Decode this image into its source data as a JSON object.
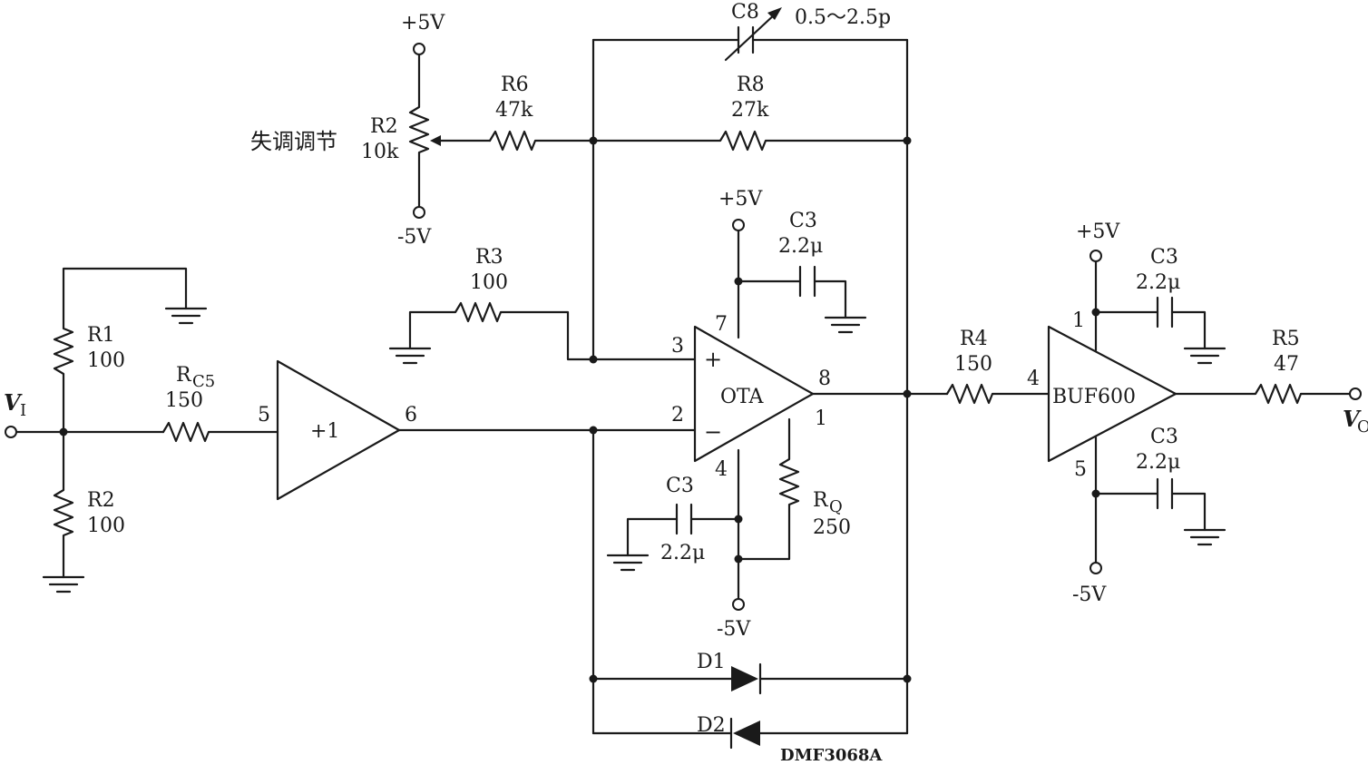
{
  "components": {
    "vi": "V",
    "vi_sub": "I",
    "vo": "V",
    "vo_sub": "O",
    "r1": {
      "name": "R1",
      "value": "100"
    },
    "r2a": {
      "name": "R2",
      "value": "100"
    },
    "rc5": {
      "name": "R",
      "sub": "C5",
      "value": "150"
    },
    "buf": {
      "label": "+1",
      "pin_in": "5",
      "pin_out": "6"
    },
    "pot": {
      "name": "R2",
      "value": "10k",
      "caption": "失调调节",
      "vplus": "+5V",
      "vminus": "-5V"
    },
    "r6": {
      "name": "R6",
      "value": "47k"
    },
    "r8": {
      "name": "R8",
      "value": "27k"
    },
    "c8": {
      "name": "C8",
      "value": "0.5～2.5p"
    },
    "r3": {
      "name": "R3",
      "value": "100"
    },
    "ota": {
      "label": "OTA",
      "pin3": "3",
      "pin2": "2",
      "pin7": "7",
      "pin8": "8",
      "pin1": "1",
      "pin4": "4",
      "plus": "+",
      "minus": "−",
      "vplus": "+5V",
      "vminus": "-5V"
    },
    "c3_top": {
      "name": "C3",
      "value": "2.2μ"
    },
    "c3_bot": {
      "name": "C3",
      "value": "2.2μ"
    },
    "rq": {
      "name": "R",
      "sub": "Q",
      "value": "250"
    },
    "d1": {
      "name": "D1"
    },
    "d2": {
      "name": "D2",
      "part": "DMF3068A"
    },
    "r4": {
      "name": "R4",
      "value": "150"
    },
    "buf600": {
      "label": "BUF600",
      "pin4": "4",
      "pin1": "1",
      "pin5": "5",
      "vplus": "+5V",
      "vminus": "-5V"
    },
    "c3_buf_top": {
      "name": "C3",
      "value": "2.2μ"
    },
    "c3_buf_bot": {
      "name": "C3",
      "value": "2.2μ"
    },
    "r5": {
      "name": "R5",
      "value": "47"
    }
  }
}
